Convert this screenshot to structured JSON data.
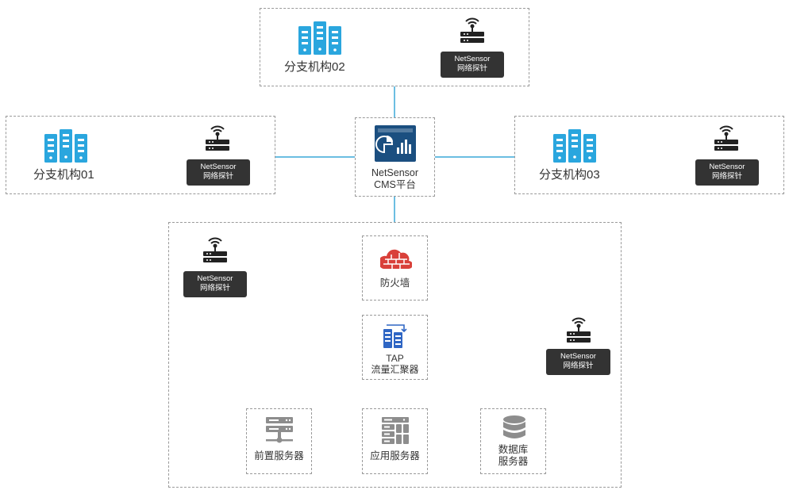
{
  "colors": {
    "server_blue": "#2aa6de",
    "link_blue": "#3aa8d8",
    "arrow_red": "#e05a4f",
    "probe_dark": "#333333",
    "cms_navy": "#1b4f80",
    "firewall_red": "#d9403a",
    "tap_blue": "#2f66c4",
    "server_gray": "#8d8d8d"
  },
  "branches": [
    {
      "name": "分支机构02",
      "icon": "server-cluster-icon"
    },
    {
      "name": "分支机构01",
      "icon": "server-cluster-icon"
    },
    {
      "name": "分支机构03",
      "icon": "server-cluster-icon"
    }
  ],
  "probe": {
    "line1": "NetSensor",
    "line2": "网络探针",
    "icon": "router-antenna-icon"
  },
  "cms": {
    "line1": "NetSensor",
    "line2": "CMS平台",
    "icon": "dashboard-monitor-icon"
  },
  "firewall": {
    "label": "防火墙",
    "icon": "brick-cloud-icon"
  },
  "tap": {
    "line1": "TAP",
    "line2": "流量汇聚器",
    "icon": "tap-aggregator-icon"
  },
  "servers": [
    {
      "line1": "前置服务器",
      "line2": "",
      "icon": "server-rack-icon"
    },
    {
      "line1": "应用服务器",
      "line2": "",
      "icon": "app-server-icon"
    },
    {
      "line1": "数据库",
      "line2": "服务器",
      "icon": "database-icon"
    }
  ]
}
